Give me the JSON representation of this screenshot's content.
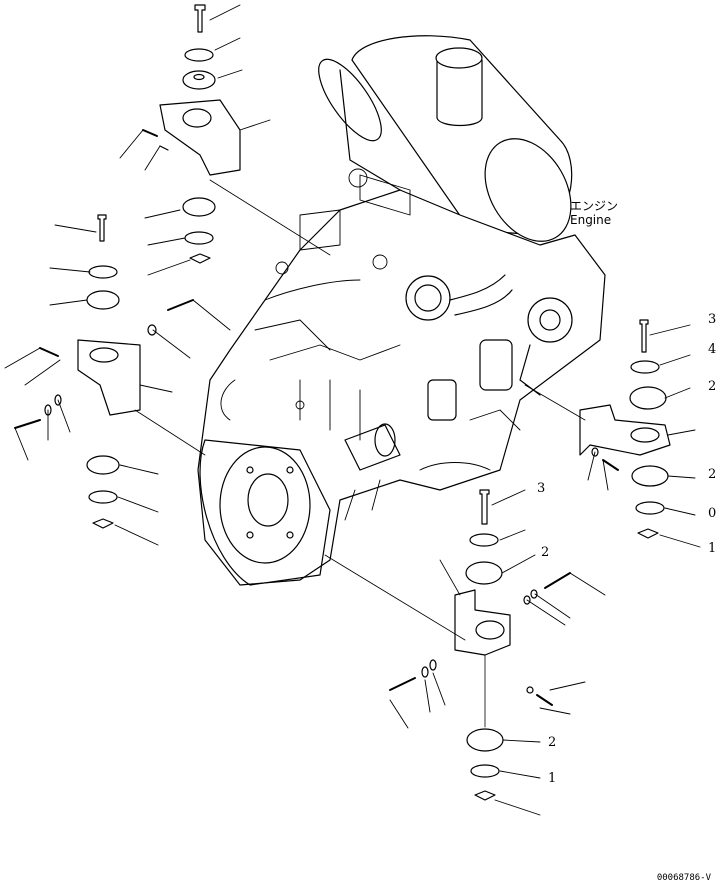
{
  "engine_label": {
    "jp": "エンジン",
    "en": "Engine"
  },
  "figure_id": "00068786-V",
  "callouts": {
    "right_mount": [
      "3",
      "4",
      "2",
      "",
      "2",
      "0",
      "1"
    ],
    "front_mount": [
      "3",
      "2",
      "2",
      "1"
    ]
  }
}
